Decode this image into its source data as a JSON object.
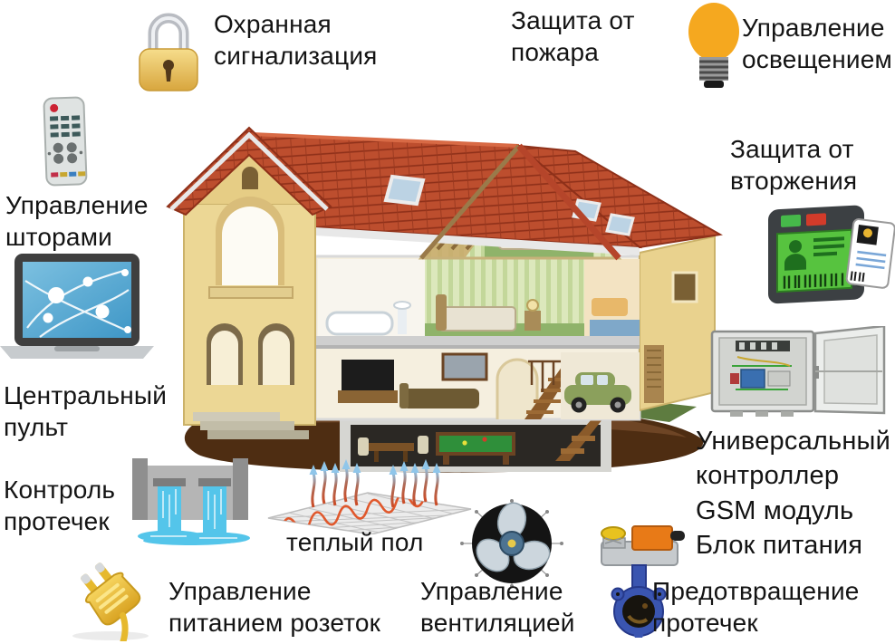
{
  "labels": {
    "security_alarm": "Охранная\nсигнализация",
    "fire_protection": "Защита от\nпожара",
    "lighting_control": "Управление\nосвещением",
    "curtain_control": "Управление\nшторами",
    "central_console": "Центральный\nпульт",
    "intrusion_protection": "Защита от\nвторжения",
    "controller_block": "Универсальный\nконтроллер\nGSM модуль\nБлок питания",
    "leak_monitoring": "Контроль\nпротечек",
    "warm_floor": "теплый пол",
    "socket_power_control": "Управление\nпитанием розеток",
    "ventilation_control": "Управление\nвентиляцией",
    "leak_prevention": "Предотвращение\nпротечек"
  },
  "icons": {
    "security_alarm": "padlock-icon",
    "lighting_control": "light-bulb-icon",
    "curtain_control": "remote-control-icon",
    "central_console": "laptop-icon",
    "intrusion_protection": "access-panel-icon",
    "controller_block": "electrical-cabinet-icon",
    "leak_monitoring": "water-dam-icon",
    "warm_floor": "heated-floor-icon",
    "socket_power_control": "power-plug-icon",
    "ventilation_control": "fan-icon",
    "leak_prevention": "valve-actuator-icon",
    "center": "house-cutaway-illustration"
  },
  "colors": {
    "text": "#141414",
    "roof_red": "#bd4e2e",
    "wall_cream": "#ecd795",
    "water_blue": "#54c5ea",
    "bulb_orange": "#f5a81f",
    "lock_gold": "#eccb6d",
    "panel_screen_green": "#57c33f",
    "valve_blue": "#3a55b0",
    "actuator_orange": "#e87a17",
    "earth_brown": "#4e2d12",
    "grass_green": "#5e7c40"
  }
}
